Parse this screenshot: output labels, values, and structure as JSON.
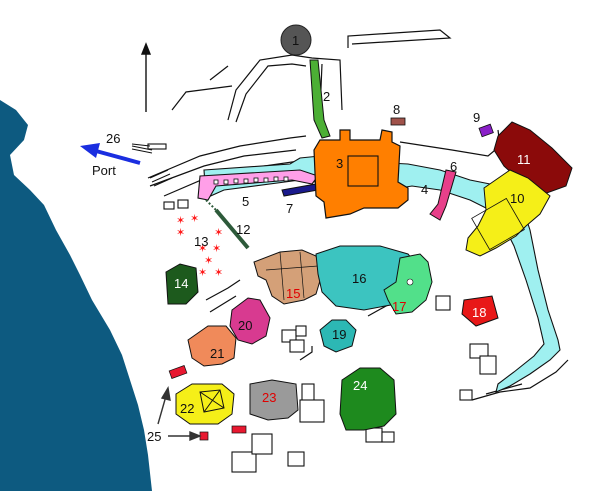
{
  "map": {
    "port_label": "Port",
    "sites": [
      {
        "id": "site-1",
        "label": "1",
        "color": "#555555",
        "text_color": "#ffffff"
      },
      {
        "id": "site-2",
        "label": "2",
        "color": "#4caf35",
        "text_color": "#111111"
      },
      {
        "id": "site-3",
        "label": "3",
        "color": "#ff7f00",
        "text_color": "#111111"
      },
      {
        "id": "site-4",
        "label": "4",
        "color": "#9ff0f0",
        "text_color": "#111111"
      },
      {
        "id": "site-5",
        "label": "5",
        "color": "#ff9fe8",
        "text_color": "#111111"
      },
      {
        "id": "site-6",
        "label": "6",
        "color": "#e8408a",
        "text_color": "#111111"
      },
      {
        "id": "site-7",
        "label": "7",
        "color": "#1a1a8c",
        "text_color": "#111111"
      },
      {
        "id": "site-8",
        "label": "8",
        "color": "#a0524a",
        "text_color": "#111111"
      },
      {
        "id": "site-9",
        "label": "9",
        "color": "#8a1fc8",
        "text_color": "#111111"
      },
      {
        "id": "site-10",
        "label": "10",
        "color": "#f5ef18",
        "text_color": "#111111"
      },
      {
        "id": "site-11",
        "label": "11",
        "color": "#8b0a0a",
        "text_color": "#ffffff"
      },
      {
        "id": "site-12",
        "label": "12",
        "color": "#2d5a3a",
        "text_color": "#111111"
      },
      {
        "id": "site-13",
        "label": "13",
        "color": "#ff1a1a",
        "text_color": "#111111"
      },
      {
        "id": "site-14",
        "label": "14",
        "color": "#1d5a1d",
        "text_color": "#ffffff"
      },
      {
        "id": "site-15",
        "label": "15",
        "color": "#d4a078",
        "text_color": "#e00000"
      },
      {
        "id": "site-16",
        "label": "16",
        "color": "#3cc4c0",
        "text_color": "#111111"
      },
      {
        "id": "site-17",
        "label": "17",
        "color": "#52e08a",
        "text_color": "#e00000"
      },
      {
        "id": "site-18",
        "label": "18",
        "color": "#e81818",
        "text_color": "#ffffff"
      },
      {
        "id": "site-19",
        "label": "19",
        "color": "#2cb8b4",
        "text_color": "#111111"
      },
      {
        "id": "site-20",
        "label": "20",
        "color": "#d83a90",
        "text_color": "#111111"
      },
      {
        "id": "site-21",
        "label": "21",
        "color": "#f08a5a",
        "text_color": "#111111"
      },
      {
        "id": "site-22",
        "label": "22",
        "color": "#f5ef18",
        "text_color": "#111111"
      },
      {
        "id": "site-23",
        "label": "23",
        "color": "#9a9a9a",
        "text_color": "#e00000"
      },
      {
        "id": "site-24",
        "label": "24",
        "color": "#1e8a1e",
        "text_color": "#ffffff"
      },
      {
        "id": "site-25",
        "label": "25",
        "color": "#e81830",
        "text_color": "#111111"
      },
      {
        "id": "site-26",
        "label": "26",
        "color": "#111111",
        "text_color": "#111111"
      }
    ],
    "colors": {
      "sea": "#0d5a80",
      "outline": "#111111",
      "port_arrow": "#1a2ee0",
      "north_arrow": "#111111"
    }
  }
}
